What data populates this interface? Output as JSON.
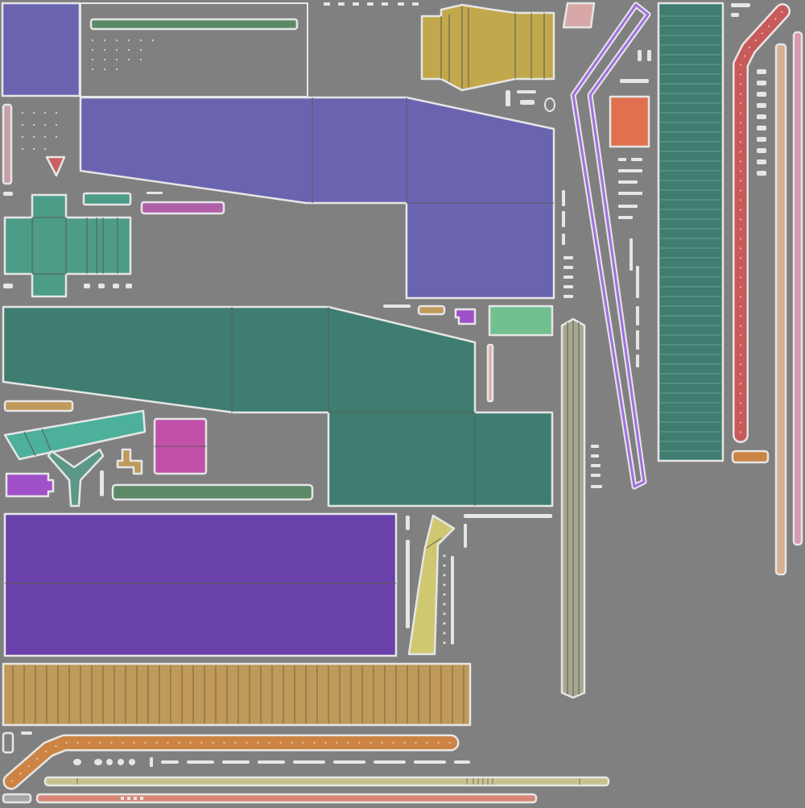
{
  "texture": {
    "background": "#808080",
    "outline": "#e6e6e6",
    "seam": "#5a5a5a",
    "islands": [
      {
        "name": "violet-panel-top-left",
        "color": "#6a64b0"
      },
      {
        "name": "violet-large-panel",
        "color": "#6a64b0"
      },
      {
        "name": "teal-large-panel",
        "color": "#3e7d6f"
      },
      {
        "name": "purple-panel",
        "color": "#6a40aa"
      },
      {
        "name": "tan-slat-panel",
        "color": "#c09a5a"
      },
      {
        "name": "mustard-wrap-piece",
        "color": "#c2a84c"
      },
      {
        "name": "teal-striped-strip",
        "color": "#3e7d6f"
      },
      {
        "name": "red-curved-strip",
        "color": "#c85a5a"
      },
      {
        "name": "orange-curved-strip",
        "color": "#cc8444"
      },
      {
        "name": "lavender-outline-strip",
        "color": "#a070e0"
      },
      {
        "name": "teal-box-unfold",
        "color": "#4c9c88"
      },
      {
        "name": "magenta-block",
        "color": "#c250a8"
      },
      {
        "name": "mint-block",
        "color": "#72c090"
      },
      {
        "name": "orange-square",
        "color": "#e07050"
      },
      {
        "name": "pink-chip",
        "color": "#d8a8a8"
      },
      {
        "name": "khaki-long-bar",
        "color": "#c8c090"
      },
      {
        "name": "salmon-long-bar",
        "color": "#d88878"
      },
      {
        "name": "peach-vertical-strip",
        "color": "#d8b090"
      },
      {
        "name": "olive-vertical-strip",
        "color": "#a8a890"
      },
      {
        "name": "yellow-sliver",
        "color": "#d0c870"
      }
    ]
  }
}
